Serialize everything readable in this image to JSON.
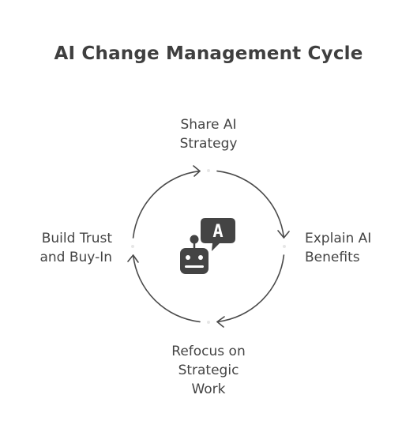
{
  "title": "AI Change Management Cycle",
  "steps": [
    {
      "label": "Share AI\nStrategy"
    },
    {
      "label": "Explain AI\nBenefits"
    },
    {
      "label": "Refocus on\nStrategic\nWork"
    },
    {
      "label": "Build Trust\nand Buy-In"
    }
  ],
  "center_icon": {
    "name": "robot-with-ai-speech-bubble",
    "bubble_text": "A"
  },
  "colors": {
    "stroke": "#4a4a4a",
    "icon_fill": "#444444",
    "text": "#444444"
  }
}
